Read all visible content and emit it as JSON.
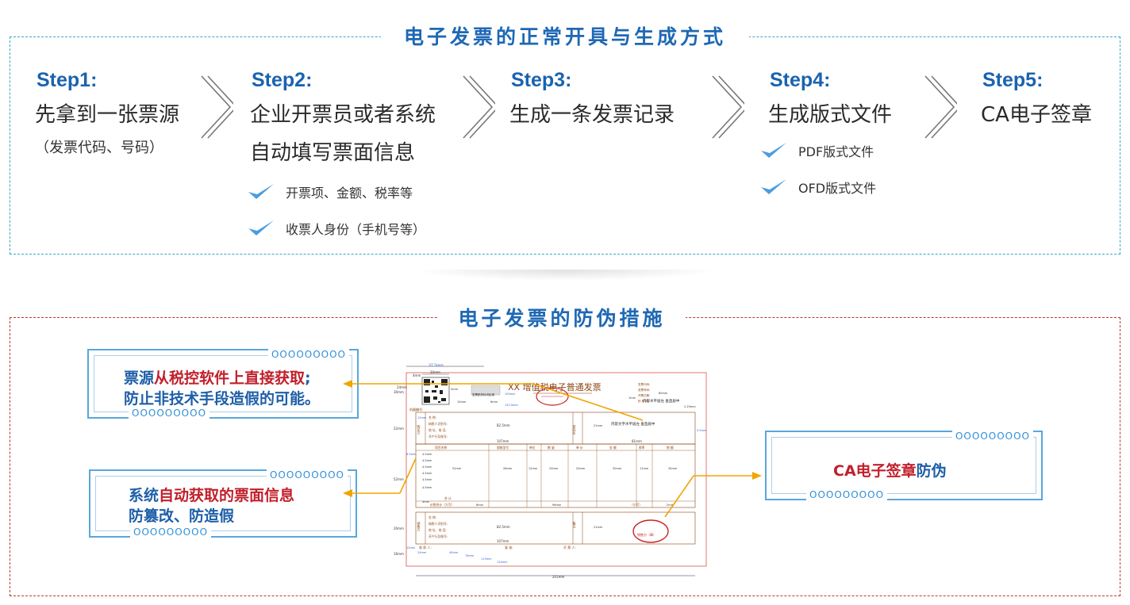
{
  "top": {
    "title": "电子发票的正常开具与生成方式",
    "steps": [
      {
        "tag": "Step1:",
        "lines": [
          "先拿到一张票源"
        ],
        "sub": "（发票代码、号码）",
        "checks": []
      },
      {
        "tag": "Step2:",
        "lines": [
          "企业开票员或者系统",
          "自动填写票面信息"
        ],
        "checks": [
          "开票项、金额、税率等",
          "收票人身份（手机号等）"
        ]
      },
      {
        "tag": "Step3:",
        "lines": [
          "生成一条发票记录"
        ],
        "checks": []
      },
      {
        "tag": "Step4:",
        "lines": [
          "生成版式文件"
        ],
        "checks": [
          "PDF版式文件",
          "OFD版式文件"
        ]
      },
      {
        "tag": "Step5:",
        "lines": [
          "CA电子签章"
        ],
        "checks": []
      }
    ]
  },
  "bottom": {
    "title": "电子发票的防伪措施",
    "dots": "OOOOOOOOO",
    "callout1": {
      "a": "票源",
      "b": "从税控软件上直接获取",
      "c": ";",
      "line2": "防止非技术手段造假的可能。"
    },
    "callout2": {
      "a": "系统",
      "b": "自动获取的票面信息",
      "line2": "防篡改、防造假"
    },
    "callout3": {
      "a": "CA电子签章",
      "b": "防伪"
    }
  },
  "invoice": {
    "title": "XX 增值税电子普通发票",
    "machine_no": "机器编号:",
    "buyer_label": "购买方",
    "seller_label": "销售方",
    "remark_label": "备注",
    "password_label": "密码区",
    "name_label": "名    称:",
    "taxid_label": "纳税人识别号:",
    "addr_label": "地 址、电 话:",
    "bank_label": "开户行及账号:",
    "item_headers": [
      "项目名称",
      "规格型号",
      "单位",
      "数 量",
      "单 价",
      "金 额",
      "税率",
      "税 额"
    ],
    "total_label": "合    计",
    "total_caps": "价税合计（大写）",
    "total_small": "（小写）",
    "payee": "收 款 人:",
    "reviewer": "复 核:",
    "drawer": "开 票 人:",
    "seller_stamp": "销售方（章）",
    "code_labels": [
      "发票代码:",
      "发票号码:",
      "开票日期:",
      "校 验 码:"
    ],
    "note_right": "内容水平居左 垂直居中",
    "note_mid": "内容文字水平居左 垂直居中",
    "code_hint": "发票税务标识区域",
    "dims": {
      "d37": "37.5mm",
      "d20": "20mm",
      "d4": "4mm",
      "d24": "24mm",
      "d30": "30mm",
      "d10": "10mm",
      "d105": "105mm",
      "d6": "6mm",
      "d60": "60mm",
      "d1": "1mm",
      "d143": "143.5mm",
      "d225": "2.25mm",
      "d22": "22mm",
      "d82": "82.5mm",
      "d107": "107mm",
      "d81": "81mm",
      "d5": "5mm",
      "d45": "4.5mm",
      "d65": "6.5mm",
      "d52": "52mm",
      "d26": "26mm",
      "d12": "12mm",
      "d96": "96mm",
      "d21": "21mm",
      "d11": "11mm",
      "d16": "16mm",
      "d49": "49mm",
      "d76": "76mm",
      "d113": "113mm",
      "d124": "124mm",
      "d201": "201mm",
      "d23": "23mm",
      "d2": "2mm"
    }
  },
  "colors": {
    "primary_blue": "#1f68b4",
    "accent_orange": "#f7b21b",
    "alert_red": "#c0202c",
    "invoice_brown": "#8b4513"
  }
}
